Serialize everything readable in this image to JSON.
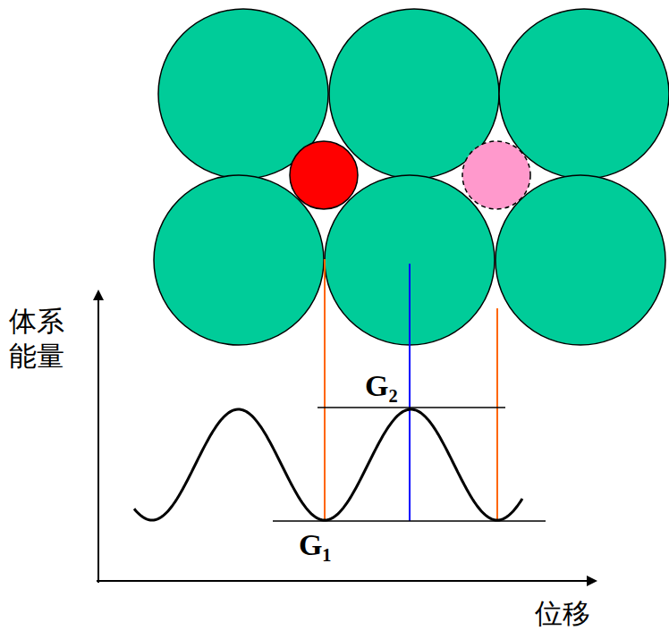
{
  "diagram": {
    "labels": [
      "体系 能量",
      "G₂",
      "G₁",
      "位移"
    ]
  }
}
